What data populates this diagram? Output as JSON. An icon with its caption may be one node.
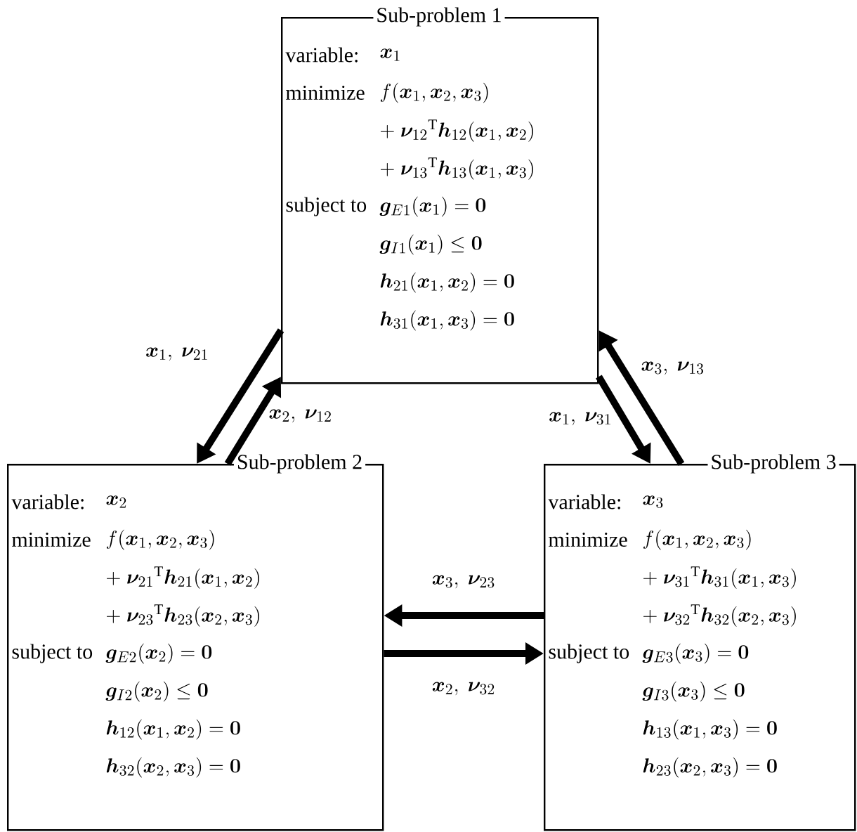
{
  "diagram": {
    "nodes": [
      {
        "text": [
          "Sub-problem 1",
          "variable:",
          "\\bm{x}_1",
          "minimize",
          "f(\\bm{x}_1, \\bm{x}_2, \\bm{x}_3)",
          "+\\ \\bm{\\nu}_{12}{}^{\\mathrm{T}}\\bm{h}_{12}(\\bm{x}_1, \\bm{x}_2)",
          "+\\ \\bm{\\nu}_{13}{}^{\\mathrm{T}}\\bm{h}_{13}(\\bm{x}_1, \\bm{x}_3)",
          "subject to",
          "\\bm{g}_{E1}(\\bm{x}_1) = \\bm{0}",
          "\\bm{g}_{I1}(\\bm{x}_1) \\leq \\bm{0}",
          "\\bm{h}_{21}(\\bm{x}_1, \\bm{x}_2) = \\bm{0}",
          "\\bm{h}_{31}(\\bm{x}_1, \\bm{x}_3) = \\bm{0}"
        ]
      },
      {
        "text": [
          "Sub-problem 2",
          "variable:",
          "\\bm{x}_2",
          "minimize",
          "f(\\bm{x}_1, \\bm{x}_2, \\bm{x}_3)",
          "+\\ \\bm{\\nu}_{21}{}^{\\mathrm{T}}\\bm{h}_{21}(\\bm{x}_1, \\bm{x}_2)",
          "+\\ \\bm{\\nu}_{23}{}^{\\mathrm{T}}\\bm{h}_{23}(\\bm{x}_2, \\bm{x}_3)",
          "subject to",
          "\\bm{g}_{E2}(\\bm{x}_2) = \\bm{0}",
          "\\bm{g}_{I2}(\\bm{x}_2) \\leq \\bm{0}",
          "\\bm{h}_{12}(\\bm{x}_1, \\bm{x}_2) = \\bm{0}",
          "\\bm{h}_{32}(\\bm{x}_2, \\bm{x}_3) = \\bm{0}"
        ]
      },
      {
        "text": [
          "Sub-problem 3",
          "variable:",
          "\\bm{x}_3",
          "minimize",
          "f(\\bm{x}_1, \\bm{x}_2, \\bm{x}_3)",
          "+\\ \\bm{\\nu}_{31}{}^{\\mathrm{T}}\\bm{h}_{31}(\\bm{x}_1, \\bm{x}_3)",
          "+\\ \\bm{\\nu}_{32}{}^{\\mathrm{T}}\\bm{h}_{32}(\\bm{x}_2, \\bm{x}_3)",
          "subject to",
          "\\bm{g}_{E3}(\\bm{x}_3) = \\bm{0}",
          "\\bm{g}_{I3}(\\bm{x}_3) \\leq \\bm{0}",
          "\\bm{h}_{13}(\\bm{x}_1, \\bm{x}_3) = \\bm{0}",
          "\\bm{h}_{23}(\\bm{x}_2, \\bm{x}_3) = \\bm{0}"
        ]
      }
    ],
    "edges": [
      {
        "from": 0,
        "to": 1,
        "arrow": "to",
        "label": "\\bm{x}_1,\\ \\bm{\\nu}_{21}"
      },
      {
        "from": 1,
        "to": 0,
        "arrow": "to",
        "label": "\\bm{x}_2,\\ \\bm{\\nu}_{12}"
      },
      {
        "from": 0,
        "to": 2,
        "arrow": "to",
        "label": "\\bm{x}_1,\\ \\bm{\\nu}_{31}"
      },
      {
        "from": 2,
        "to": 0,
        "arrow": "to",
        "label": "\\bm{x}_3,\\ \\bm{\\nu}_{13}"
      },
      {
        "from": 2,
        "to": 1,
        "arrow": "to",
        "label": "\\bm{x}_3,\\ \\bm{\\nu}_{23}"
      },
      {
        "from": 1,
        "to": 2,
        "arrow": "to",
        "label": "\\bm{x}_2,\\ \\bm{\\nu}_{32}"
      }
    ]
  }
}
